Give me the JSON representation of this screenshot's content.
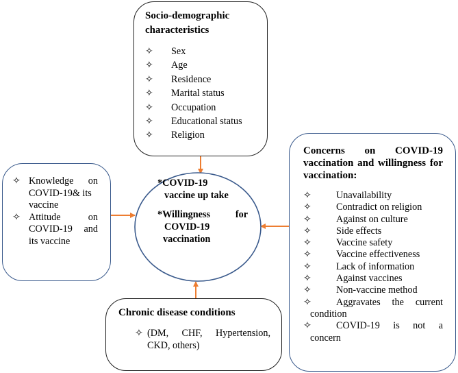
{
  "socio": {
    "title": "Socio-demographic characteristics",
    "items": [
      "Sex",
      "Age",
      "Residence",
      "Marital status",
      "Occupation",
      "Educational status",
      "Religion"
    ]
  },
  "knowledge": {
    "item1_line1": "Knowledge on",
    "item1_line2": "COVID-19& its",
    "item1_line3": "vaccine",
    "item2_line1": "Attitude on",
    "item2_line2": "COVID-19 and",
    "item2_line3": "its vaccine"
  },
  "center": {
    "line1": "*COVID-19",
    "line2": "vaccine up take",
    "line3": "*Willingness for",
    "line4": "COVID-19",
    "line5": "vaccination"
  },
  "concerns": {
    "title_line1": "Concerns on COVID-19",
    "title_line2": "vaccination and willingness for",
    "title_line3": "vaccination:",
    "items": [
      "Unavailability",
      "Contradict on religion",
      "Against on culture",
      "Side effects",
      "Vaccine safety",
      "Vaccine effectiveness",
      "Lack of information",
      "Against vaccines",
      "Non-vaccine method"
    ],
    "aggravates_line1": "Aggravates the current",
    "aggravates_line2": "condition",
    "notconcern_line1": "COVID-19 is not a",
    "notconcern_line2": "concern"
  },
  "chronic": {
    "title": "Chronic disease conditions",
    "line1": "(DM, CHF, Hypertension,",
    "line2": "CKD, others)"
  },
  "bullet_symbol": "✧",
  "colors": {
    "arrow": "#ed7d31",
    "box_border": "#1f1f1f",
    "blue_border": "#3a5a8c"
  }
}
